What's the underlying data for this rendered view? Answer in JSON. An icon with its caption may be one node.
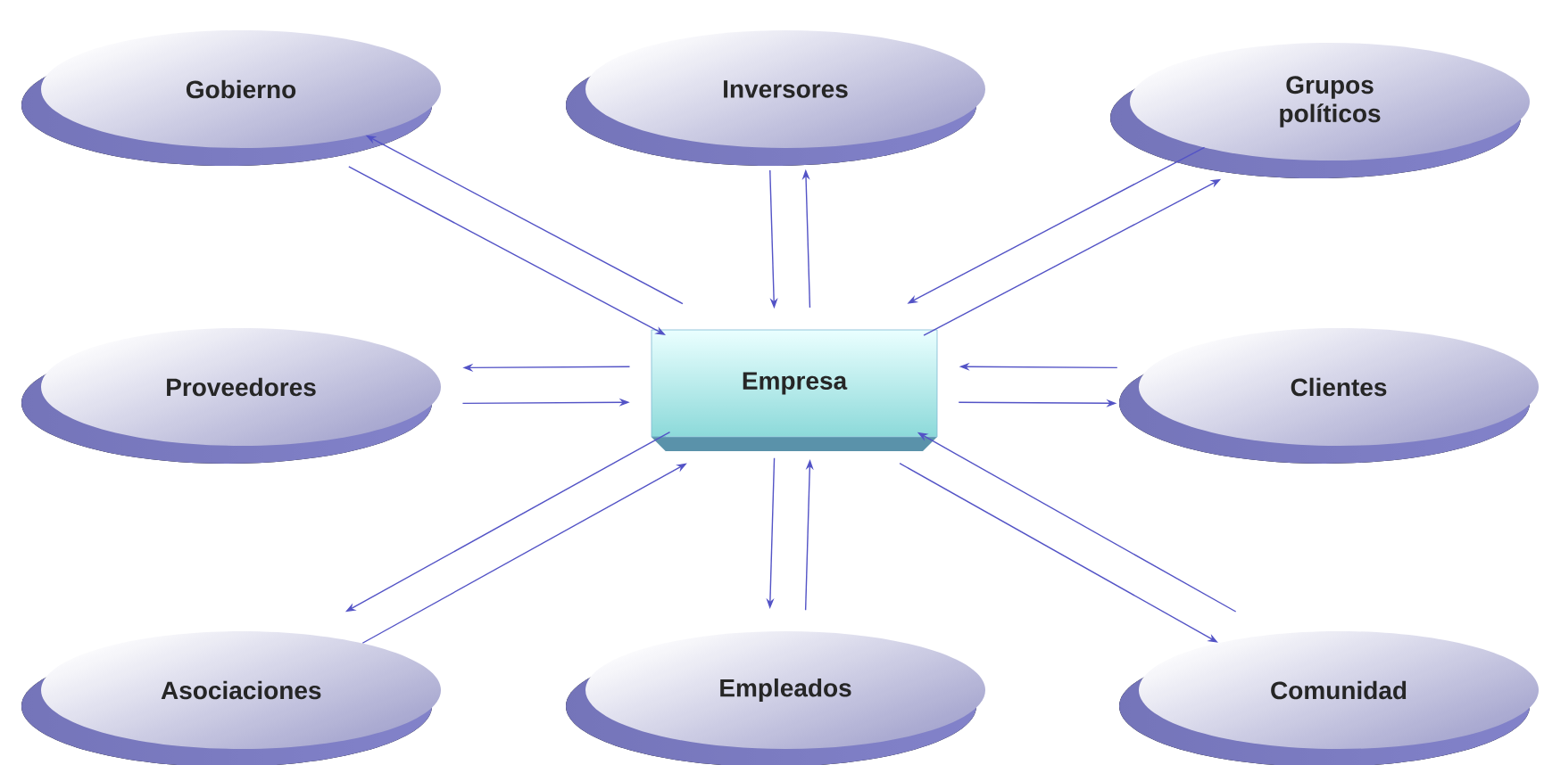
{
  "diagram": {
    "nodes": [
      {
        "text": [
          "Gobierno"
        ]
      },
      {
        "text": [
          "Inversores"
        ]
      },
      {
        "text": [
          "Grupos políticos"
        ]
      },
      {
        "text": [
          "Proveedores"
        ]
      },
      {
        "text": [
          "Empresa"
        ]
      },
      {
        "text": [
          "Clientes"
        ]
      },
      {
        "text": [
          "Asociaciones"
        ]
      },
      {
        "text": [
          "Empleados"
        ]
      },
      {
        "text": [
          "Comunidad"
        ]
      }
    ],
    "edges": [
      {
        "from": 0,
        "to": 4,
        "arrow": "to"
      },
      {
        "from": 4,
        "to": 0,
        "arrow": "to"
      },
      {
        "from": 1,
        "to": 4,
        "arrow": "to"
      },
      {
        "from": 4,
        "to": 1,
        "arrow": "to"
      },
      {
        "from": 2,
        "to": 4,
        "arrow": "to"
      },
      {
        "from": 4,
        "to": 2,
        "arrow": "to"
      },
      {
        "from": 3,
        "to": 4,
        "arrow": "to"
      },
      {
        "from": 4,
        "to": 3,
        "arrow": "to"
      },
      {
        "from": 5,
        "to": 4,
        "arrow": "to"
      },
      {
        "from": 4,
        "to": 5,
        "arrow": "to"
      },
      {
        "from": 6,
        "to": 4,
        "arrow": "to"
      },
      {
        "from": 4,
        "to": 6,
        "arrow": "to"
      },
      {
        "from": 7,
        "to": 4,
        "arrow": "to"
      },
      {
        "from": 4,
        "to": 7,
        "arrow": "to"
      },
      {
        "from": 8,
        "to": 4,
        "arrow": "to"
      },
      {
        "from": 4,
        "to": 8,
        "arrow": "to"
      }
    ]
  }
}
